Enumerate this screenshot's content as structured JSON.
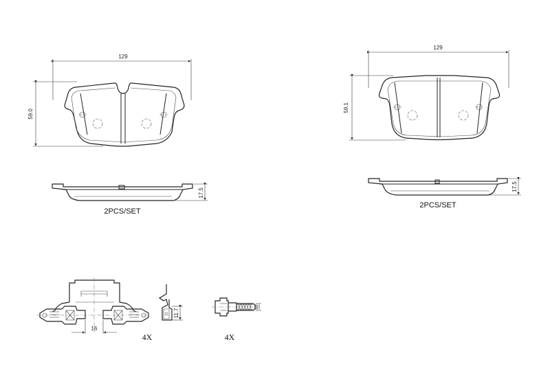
{
  "pad_left": {
    "width_dim": "129",
    "height_dim": "59.0",
    "thickness_dim": "17.5",
    "set_label": "2PCS/SET"
  },
  "pad_right": {
    "width_dim": "129",
    "height_dim": "59.1",
    "thickness_dim": "17.5",
    "set_label": "2PCS/SET"
  },
  "caliper": {
    "width_dim": "16"
  },
  "spring_clip": {
    "height_dim": "11.7",
    "quantity": "4X"
  },
  "bolt": {
    "thread_dim": "M8",
    "quantity": "4X"
  }
}
